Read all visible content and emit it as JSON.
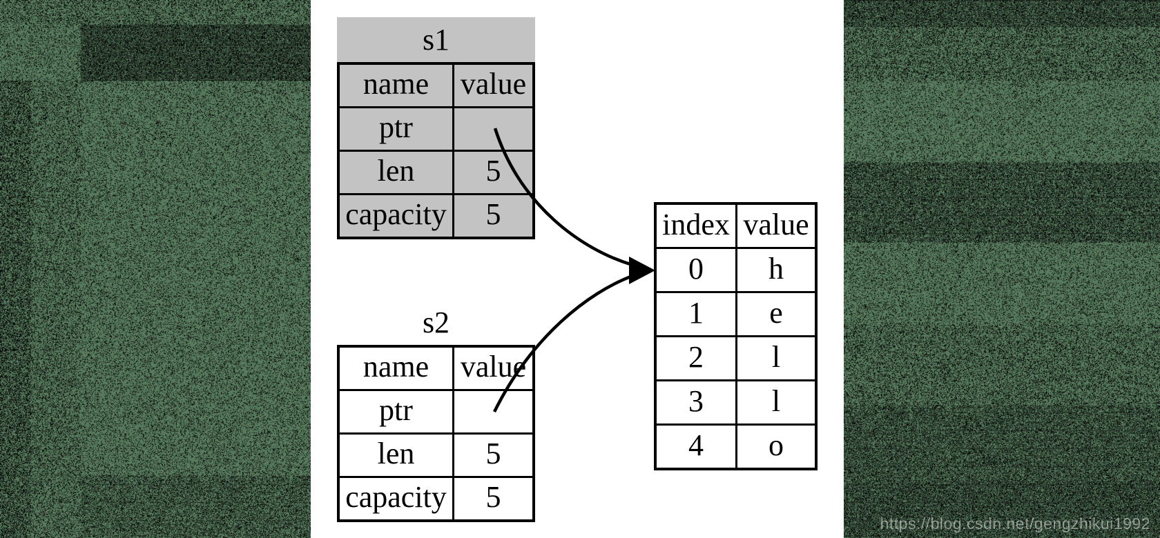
{
  "texture": {
    "base_green": "#587a5d",
    "speckle_black": "#0a0f0b"
  },
  "watermark": {
    "text": "https://blog.csdn.net/gengzhikui1992"
  },
  "diagram": {
    "s1": {
      "title": "s1",
      "fill": "#c3c3c3",
      "columns": [
        "name",
        "value"
      ],
      "rows": [
        [
          "ptr",
          ""
        ],
        [
          "len",
          "5"
        ],
        [
          "capacity",
          "5"
        ]
      ]
    },
    "s2": {
      "title": "s2",
      "fill": "#ffffff",
      "columns": [
        "name",
        "value"
      ],
      "rows": [
        [
          "ptr",
          ""
        ],
        [
          "len",
          "5"
        ],
        [
          "capacity",
          "5"
        ]
      ]
    },
    "heap": {
      "columns": [
        "index",
        "value"
      ],
      "rows": [
        [
          "0",
          "h"
        ],
        [
          "1",
          "e"
        ],
        [
          "2",
          "l"
        ],
        [
          "3",
          "l"
        ],
        [
          "4",
          "o"
        ]
      ]
    }
  }
}
